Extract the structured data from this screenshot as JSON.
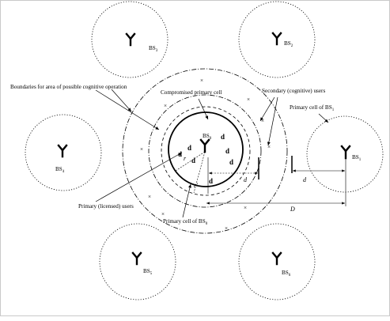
{
  "labels": {
    "bs1": "BS",
    "bs1_sub": "1",
    "bs2": "BS",
    "bs2_sub": "2",
    "bs3": "BS",
    "bs3_sub": "3",
    "bs4": "BS",
    "bs4_sub": "4",
    "bs5": "BS",
    "bs5_sub": "5",
    "bs6": "BS",
    "bs6_sub": "6",
    "bs0": "BS",
    "bs0_sub": "0",
    "boundaries": "Boundaries for area of possible cognitive operation",
    "compromised": "Compromised primary cell",
    "secondary_users": "Secondary (cognitive) users",
    "primary_cell_bs1": "Primary cell of BS",
    "primary_cell_bs1_sub": "1",
    "primary_users": "Primary (licensed) users",
    "primary_cell_bs0": "Primary cell of BS",
    "primary_cell_bs0_sub": "0",
    "dist_d_inner": "d",
    "dist_d_outer": "d",
    "dist_D": "D",
    "r_label": "r",
    "r_prime_label": "r'"
  },
  "primary_user_glyph": "d",
  "secondary_user_glyph": "×",
  "colors": {
    "stroke": "#000000",
    "border": "#c9c9c9",
    "background": "#ffffff"
  }
}
